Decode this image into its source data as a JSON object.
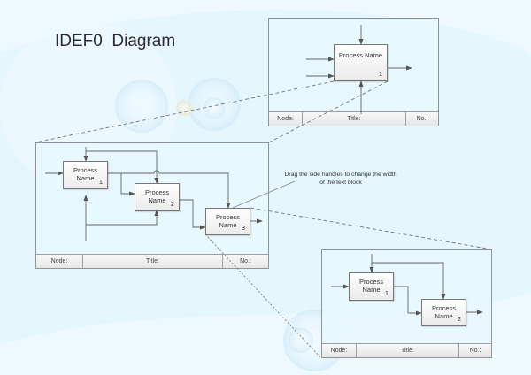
{
  "title": "IDEF0  Diagram",
  "footer_labels": {
    "node": "Node:",
    "title": "Title:",
    "no": "No.:"
  },
  "top_frame": {
    "boxes": [
      {
        "name": "Process Name",
        "number": "1"
      }
    ]
  },
  "middle_frame": {
    "boxes": [
      {
        "name": "Process Name",
        "number": "1"
      },
      {
        "name": "Process Name",
        "number": "2"
      },
      {
        "name": "Process Name",
        "number": "3"
      }
    ]
  },
  "bottom_frame": {
    "boxes": [
      {
        "name": "Process Name",
        "number": "1"
      },
      {
        "name": "Process Name",
        "number": "2"
      }
    ]
  },
  "annotation": "Drag the side handles to change the width of the text block",
  "colors": {
    "background": "#e6f6fd",
    "line": "#666666",
    "frame_border": "#8f9499",
    "title_text": "#2e2838"
  }
}
